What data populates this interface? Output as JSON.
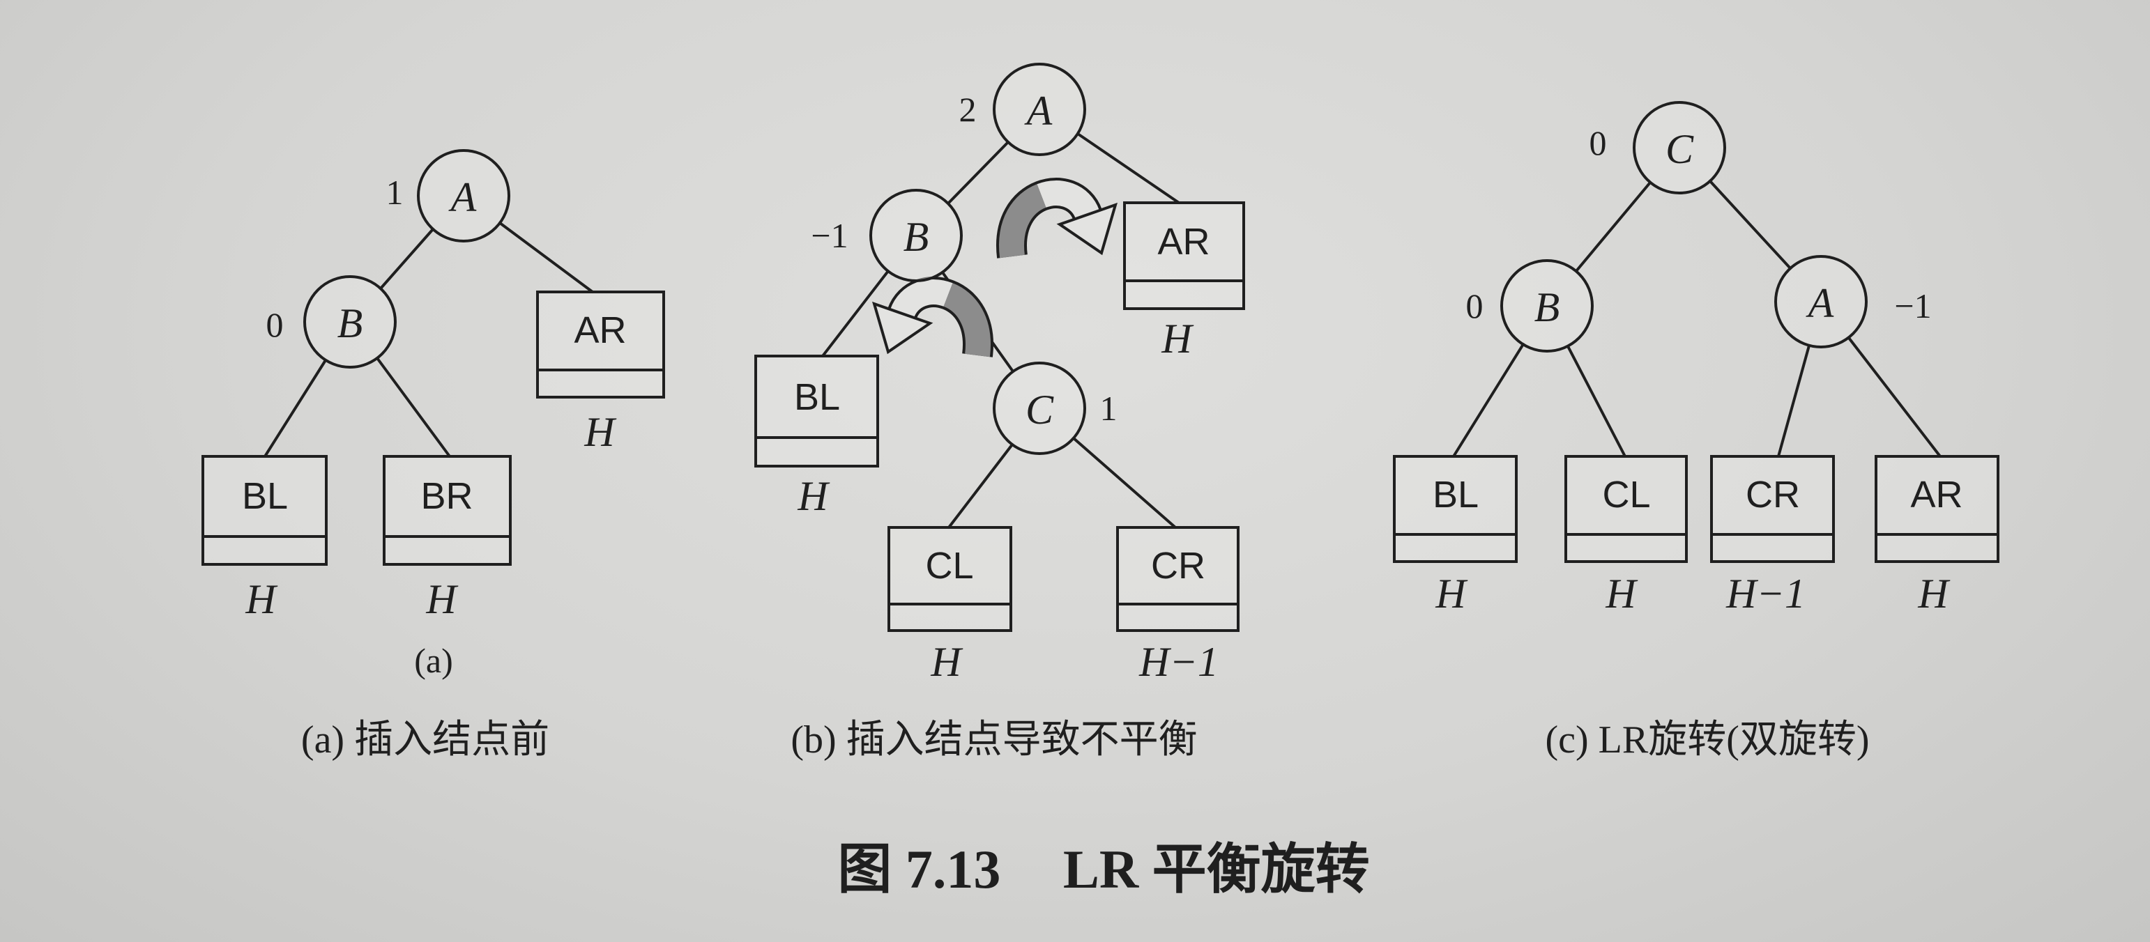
{
  "panels": [
    {
      "sublabel": "(a)",
      "caption": "(a) 插入结点前",
      "nodes": [
        {
          "name": "A",
          "balance": "1"
        },
        {
          "name": "B",
          "balance": "0"
        }
      ],
      "subtrees": [
        {
          "name": "AR",
          "height": "H"
        },
        {
          "name": "BL",
          "height": "H"
        },
        {
          "name": "BR",
          "height": "H"
        }
      ]
    },
    {
      "caption": "(b) 插入结点导致不平衡",
      "nodes": [
        {
          "name": "A",
          "balance": "2"
        },
        {
          "name": "B",
          "balance": "−1"
        },
        {
          "name": "C",
          "balance": "1"
        }
      ],
      "subtrees": [
        {
          "name": "AR",
          "height": "H"
        },
        {
          "name": "BL",
          "height": "H"
        },
        {
          "name": "CL",
          "height": "H"
        },
        {
          "name": "CR",
          "height": "H−1"
        }
      ],
      "rotation_arrows": [
        {
          "icon": "curved-arrow-clockwise-icon"
        },
        {
          "icon": "curved-arrow-counterclockwise-icon"
        }
      ]
    },
    {
      "caption": "(c) LR旋转(双旋转)",
      "nodes": [
        {
          "name": "C",
          "balance": "0"
        },
        {
          "name": "B",
          "balance": "0"
        },
        {
          "name": "A",
          "balance": "−1"
        }
      ],
      "subtrees": [
        {
          "name": "BL",
          "height": "H"
        },
        {
          "name": "CL",
          "height": "H"
        },
        {
          "name": "CR",
          "height": "H−1"
        },
        {
          "name": "AR",
          "height": "H"
        }
      ]
    }
  ],
  "figure": {
    "number": "图 7.13",
    "title": "LR 平衡旋转"
  },
  "colors": {
    "ink": "#1f1f1f",
    "arrow_fill": "#8c8c8c",
    "arrow_light": "#e3e3e1"
  }
}
